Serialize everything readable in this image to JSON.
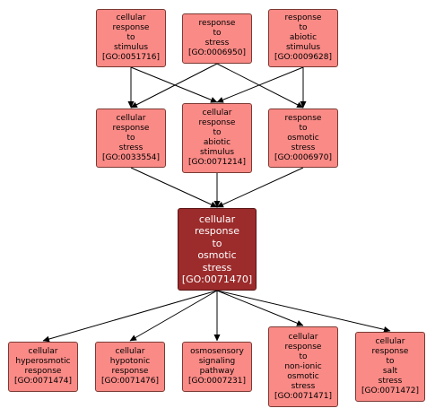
{
  "nodes": {
    "cellular_response_to_stimulus": {
      "lines": [
        "cellular",
        "response",
        "to",
        "stimulus",
        "[GO:0051716]"
      ]
    },
    "response_to_stress": {
      "lines": [
        "response",
        "to",
        "stress",
        "[GO:0006950]"
      ]
    },
    "response_to_abiotic_stimulus": {
      "lines": [
        "response",
        "to",
        "abiotic",
        "stimulus",
        "[GO:0009628]"
      ]
    },
    "cellular_response_to_stress": {
      "lines": [
        "cellular",
        "response",
        "to",
        "stress",
        "[GO:0033554]"
      ]
    },
    "cellular_response_to_abiotic_stimulus": {
      "lines": [
        "cellular",
        "response",
        "to",
        "abiotic",
        "stimulus",
        "[GO:0071214]"
      ]
    },
    "response_to_osmotic_stress": {
      "lines": [
        "response",
        "to",
        "osmotic",
        "stress",
        "[GO:0006970]"
      ]
    },
    "cellular_response_to_osmotic_stress": {
      "lines": [
        "cellular",
        "response",
        "to",
        "osmotic",
        "stress",
        "[GO:0071470]"
      ]
    },
    "cellular_hyperosmotic_response": {
      "lines": [
        "cellular",
        "hyperosmotic",
        "response",
        "[GO:0071474]"
      ]
    },
    "cellular_hypotonic_response": {
      "lines": [
        "cellular",
        "hypotonic",
        "response",
        "[GO:0071476]"
      ]
    },
    "osmosensory_signaling_pathway": {
      "lines": [
        "osmosensory",
        "signaling",
        "pathway",
        "[GO:0007231]"
      ]
    },
    "cellular_response_to_non_ionic_osmotic_stress": {
      "lines": [
        "cellular",
        "response",
        "to",
        "non-ionic",
        "osmotic",
        "stress",
        "[GO:0071471]"
      ]
    },
    "cellular_response_to_salt_stress": {
      "lines": [
        "cellular",
        "response",
        "to",
        "salt",
        "stress",
        "[GO:0071472]"
      ]
    }
  },
  "edges": [
    [
      "cellular_response_to_stimulus",
      "cellular_response_to_stress"
    ],
    [
      "cellular_response_to_stimulus",
      "cellular_response_to_abiotic_stimulus"
    ],
    [
      "response_to_stress",
      "cellular_response_to_stress"
    ],
    [
      "response_to_stress",
      "response_to_osmotic_stress"
    ],
    [
      "response_to_abiotic_stimulus",
      "cellular_response_to_abiotic_stimulus"
    ],
    [
      "response_to_abiotic_stimulus",
      "response_to_osmotic_stress"
    ],
    [
      "cellular_response_to_stress",
      "cellular_response_to_osmotic_stress"
    ],
    [
      "cellular_response_to_abiotic_stimulus",
      "cellular_response_to_osmotic_stress"
    ],
    [
      "response_to_osmotic_stress",
      "cellular_response_to_osmotic_stress"
    ],
    [
      "cellular_response_to_osmotic_stress",
      "cellular_hyperosmotic_response"
    ],
    [
      "cellular_response_to_osmotic_stress",
      "cellular_hypotonic_response"
    ],
    [
      "cellular_response_to_osmotic_stress",
      "osmosensory_signaling_pathway"
    ],
    [
      "cellular_response_to_osmotic_stress",
      "cellular_response_to_non_ionic_osmotic_stress"
    ],
    [
      "cellular_response_to_osmotic_stress",
      "cellular_response_to_salt_stress"
    ]
  ],
  "colors": {
    "node_fill": "#fa8a86",
    "node_border": "#7a3a34",
    "focus_fill": "#9c2b2b",
    "focus_text": "#ffffff",
    "edge": "#000000"
  }
}
